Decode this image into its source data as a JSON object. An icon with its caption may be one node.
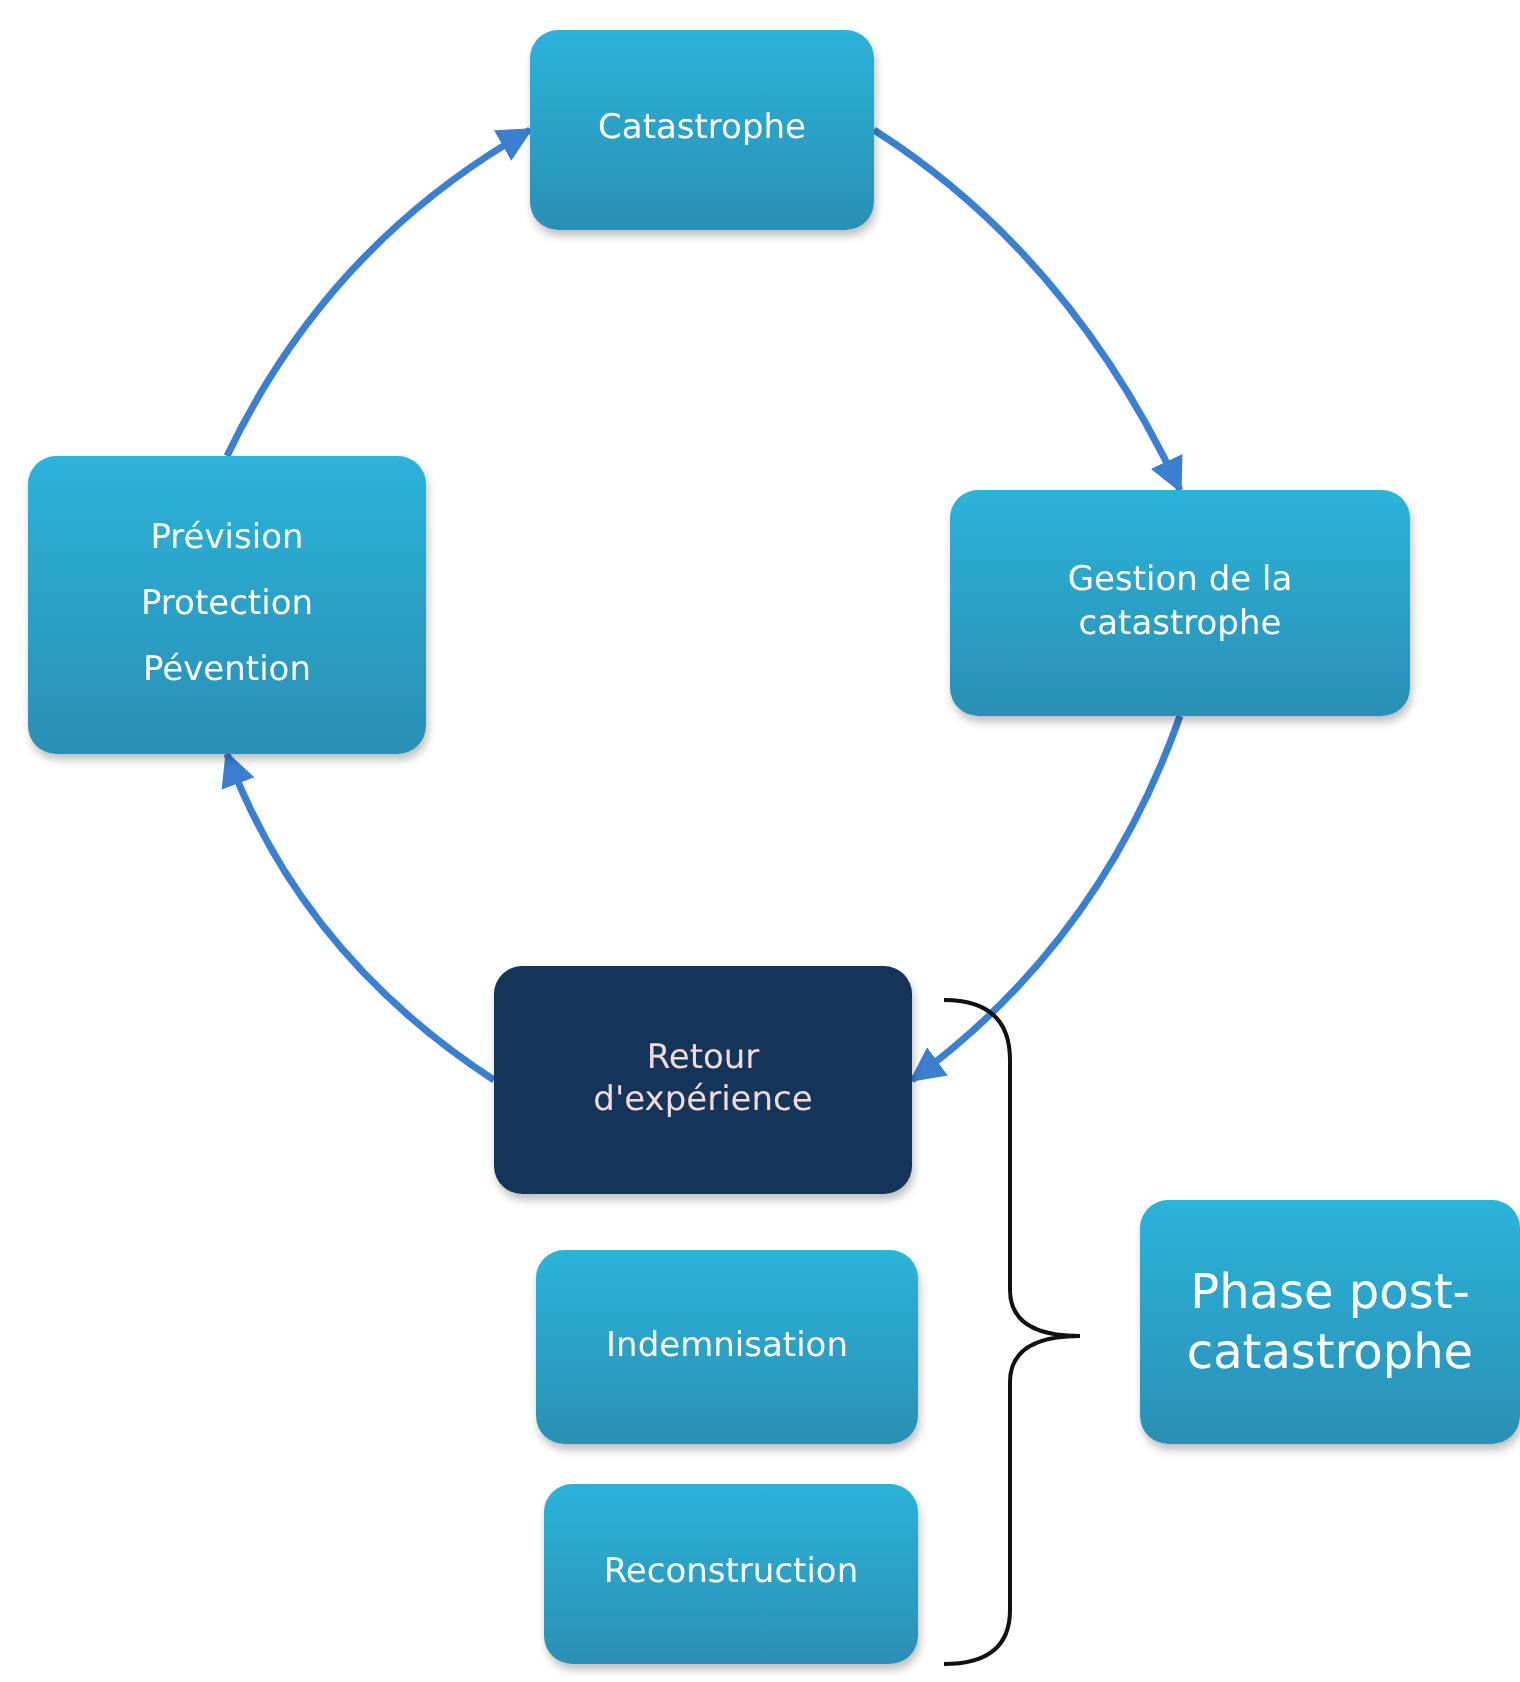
{
  "diagram": {
    "nodes": [
      {
        "text": [
          "Catastrophe"
        ]
      },
      {
        "text": [
          "Gestion de la catastrophe"
        ]
      },
      {
        "text": [
          "Retour d'expérience"
        ]
      },
      {
        "text": [
          "Indemnisation"
        ]
      },
      {
        "text": [
          "Reconstruction"
        ]
      },
      {
        "text": [
          "Phase post-catastrophe"
        ]
      },
      {
        "text": [
          "Prévision",
          "Protection",
          "Pévention"
        ]
      }
    ],
    "edges": [
      {
        "from": 6,
        "to": 0,
        "arrow": "to"
      },
      {
        "from": 0,
        "to": 1,
        "arrow": "to"
      },
      {
        "from": 1,
        "to": 2,
        "arrow": "to"
      },
      {
        "from": 2,
        "to": 6,
        "arrow": "to"
      }
    ]
  }
}
